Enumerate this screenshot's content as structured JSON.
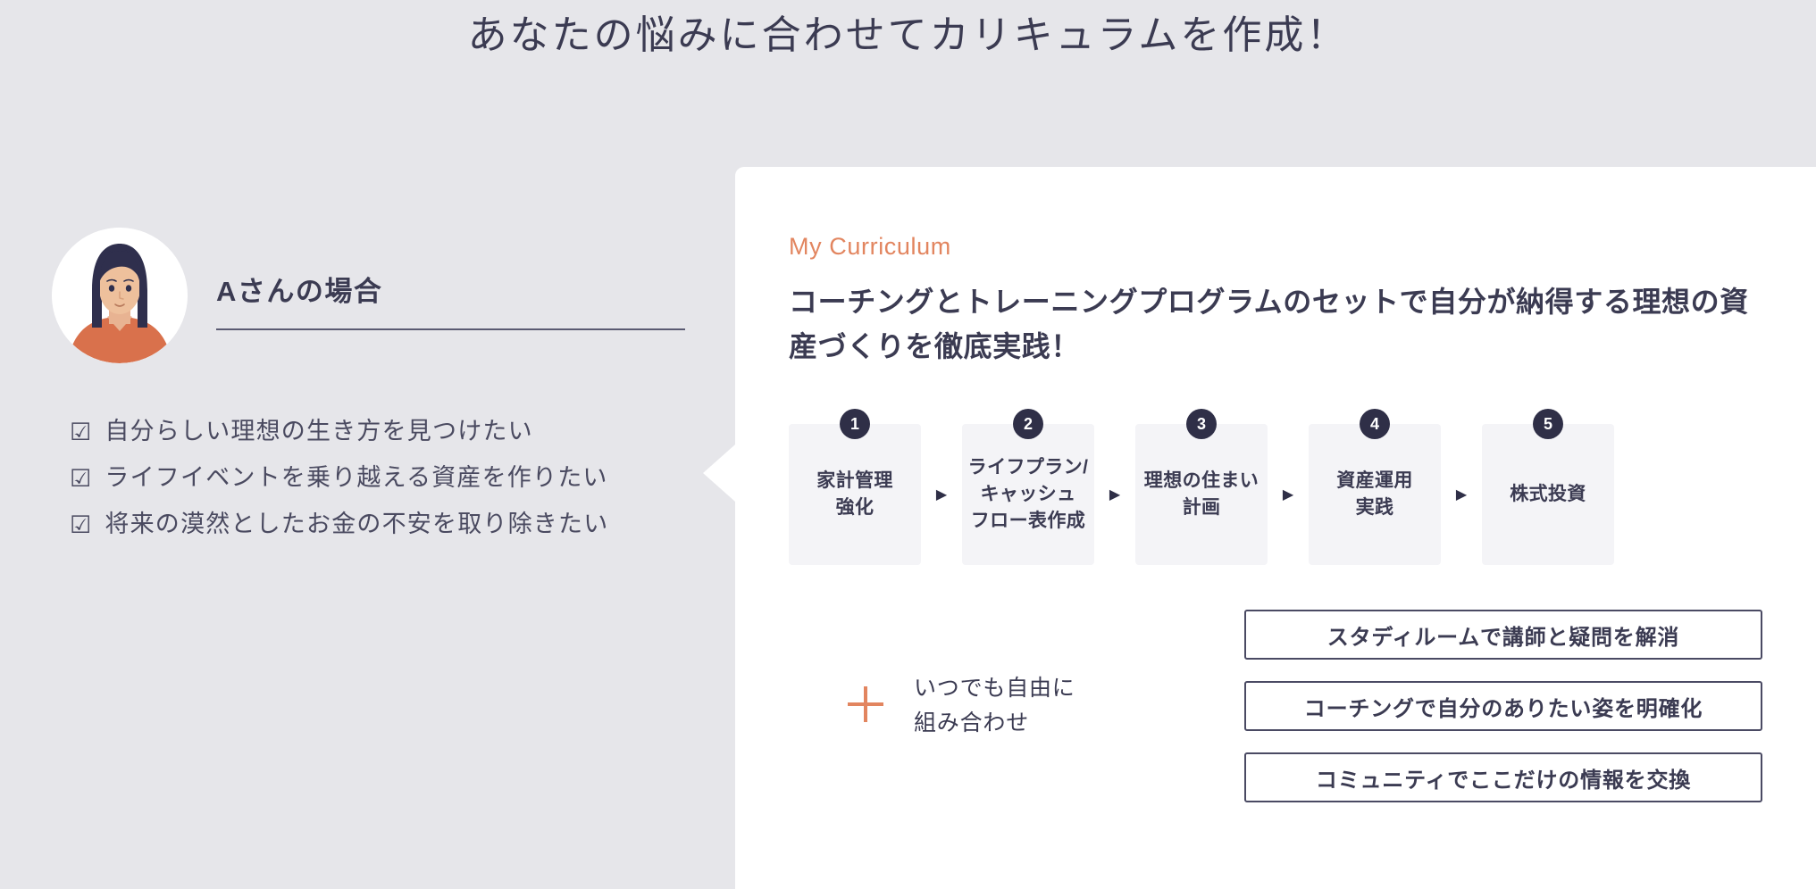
{
  "page": {
    "title": "あなたの悩みに合わせてカリキュラムを作成！",
    "background_color": "#e6e6ea",
    "accent_color": "#e2855f",
    "ink_color": "#3b3b52"
  },
  "persona": {
    "avatar_alt": "female-avatar-illustration",
    "name": "Aさんの場合",
    "checklist": [
      {
        "mark": "☑",
        "text": "自分らしい理想の生き方を見つけたい"
      },
      {
        "mark": "☑",
        "text": "ライフイベントを乗り越える資産を作りたい"
      },
      {
        "mark": "☑",
        "text": "将来の漠然としたお金の不安を取り除きたい"
      }
    ]
  },
  "curriculum": {
    "eyebrow": "My Curriculum",
    "heading": "コーチングとトレーニングプログラムのセットで自分が納得する理想の資産づくりを徹底実践！",
    "steps": [
      {
        "number": "1",
        "label": "家計管理\n強化"
      },
      {
        "number": "2",
        "label": "ライフプラン/\nキャッシュ\nフロー表作成"
      },
      {
        "number": "3",
        "label": "理想の住まい\n計画"
      },
      {
        "number": "4",
        "label": "資産運用\n実践"
      },
      {
        "number": "5",
        "label": "株式投資"
      }
    ],
    "arrow_glyph": "▶",
    "combine": {
      "plus_icon": "plus-icon",
      "text": "いつでも自由に\n組み合わせ"
    },
    "options": [
      "スタディルームで講師と疑問を解消",
      "コーチングで自分のありたい姿を明確化",
      "コミュニティでここだけの情報を交換"
    ]
  }
}
